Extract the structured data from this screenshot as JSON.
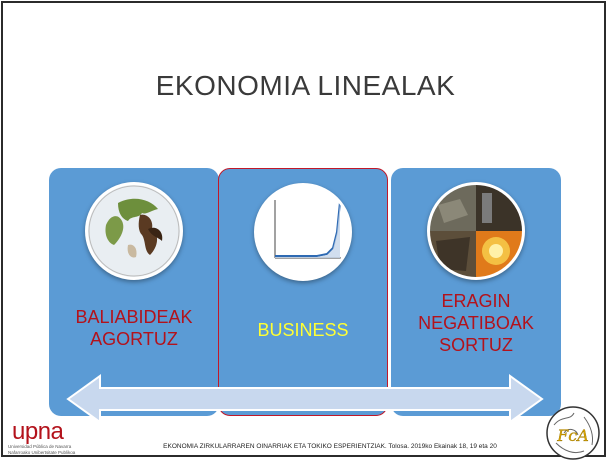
{
  "slide": {
    "title": "EKONOMIA LINEALAK",
    "cards": [
      {
        "label_line1": "BALIABIDEAK",
        "label_line2": "AGORTUZ",
        "image": "globe-earth-icon"
      },
      {
        "label_line1": "BUSINESS",
        "image": "exponential-growth-chart"
      },
      {
        "label_line1": "ERAGIN",
        "label_line2": "NEGATIBOAK",
        "label_line3": "SORTUZ",
        "image": "pollution-collage"
      }
    ],
    "arrow": "double-headed-arrow",
    "footer": "EKONOMIA ZIRKULARRAREN OINARRIAK ETA TOKIKO ESPERIENTZIAK. Tolosa. 2019ko Ekainak 18, 19 eta 20"
  },
  "logos": {
    "upna_word": "upna",
    "upna_sub1": "Universidad Pública de Navarra",
    "upna_sub2": "Nafarroako Unibertsitate Publikoa",
    "fca_text": "FcA"
  },
  "colors": {
    "card_blue": "#5b9bd5",
    "label_red": "#b3121b",
    "label_yellow": "#ffff33",
    "arrow_fill": "#c8d8ee"
  }
}
